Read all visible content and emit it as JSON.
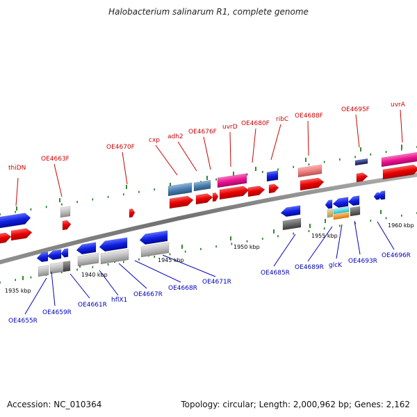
{
  "title": "Halobacterium salinarum R1, complete genome",
  "footer": {
    "accession": "Accession: NC_010364",
    "summary": "Topology: circular; Length: 2,000,962 bp; Genes: 2,162"
  },
  "scale_labels": [
    "1935 kbp",
    "1940 kbp",
    "1945 kbp",
    "1950 kbp",
    "1955 kbp",
    "1960 kbp"
  ],
  "forward_gene_labels": [
    "thiDN",
    "OE4663F",
    "OE4670F",
    "cxp",
    "adh2",
    "OE4676F",
    "uvrD",
    "OE4680F",
    "ribC",
    "OE4688F",
    "OE4695F",
    "uvrA"
  ],
  "reverse_gene_labels": [
    "OE4655R",
    "OE4659R",
    "OE4661R",
    "hflX1",
    "OE4667R",
    "OE4668R",
    "OE4671R",
    "OE4685R",
    "OE4689R",
    "glcK",
    "OE4693R",
    "OE4696R"
  ],
  "colors": {
    "forward_label": "#cc0000",
    "reverse_label": "#0000bb",
    "gene_red": "#e60000",
    "gene_blue": "#0a14d8",
    "gene_pink": "#e8158f",
    "gene_gray": "#b8b8b8",
    "gene_steel": "#4a7fae",
    "backbone": "#808080",
    "tick": "#1a7a1a"
  }
}
